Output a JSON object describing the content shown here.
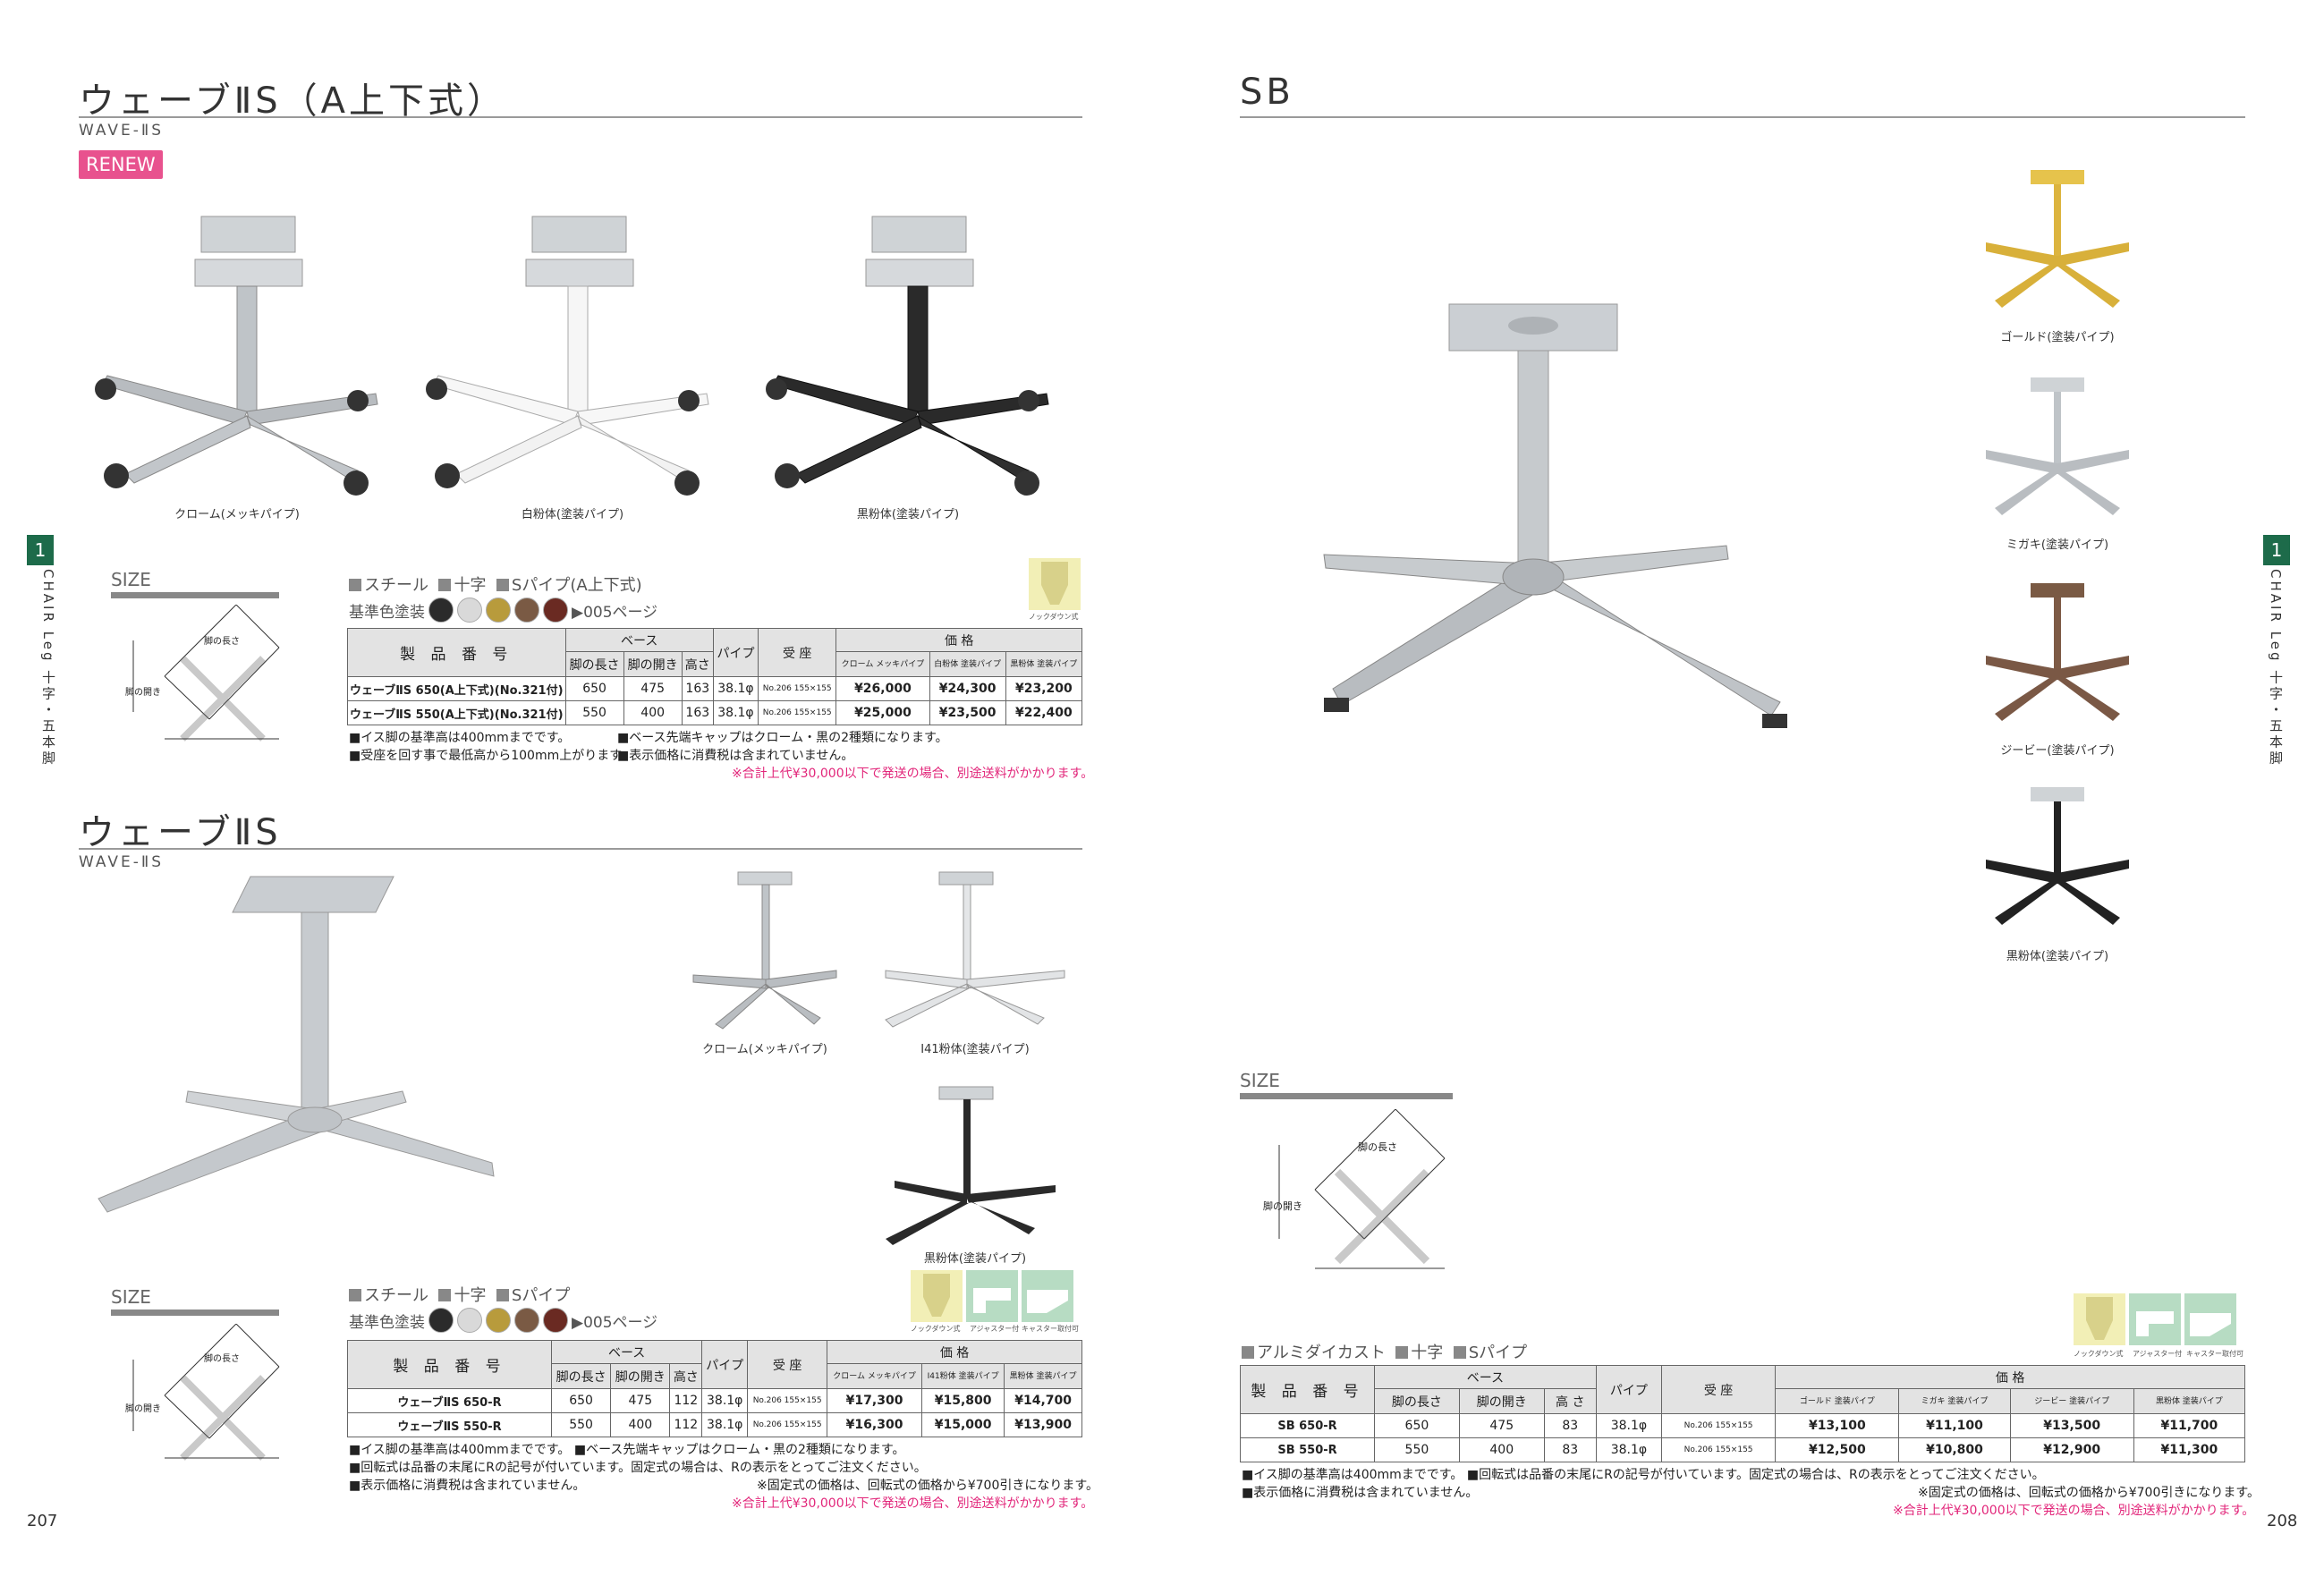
{
  "left": {
    "section1": {
      "title": "ウェーブⅡS（A上下式）",
      "subtitle": "WAVE-ⅡS",
      "renew": "RENEW",
      "captions": [
        "クローム(メッキパイプ)",
        "白粉体(塗装パイプ)",
        "黒粉体(塗装パイプ)"
      ],
      "size_label": "SIZE",
      "diagram": {
        "leg_length": "脚の長さ",
        "leg_open": "脚の開き"
      },
      "spec_line": [
        "スチール",
        "十字",
        "Sパイプ(A上下式)"
      ],
      "color_label": "基準色塗装",
      "page_ref": "▶005ページ",
      "badge_caption": "ノックダウン式",
      "headers": {
        "product": "製 品 番 号",
        "base": "ベース",
        "leg_length": "脚の長さ",
        "leg_open": "脚の開き",
        "height": "高さ",
        "pipe": "パイプ",
        "seat": "受 座",
        "price": "価 格",
        "p1": "クローム メッキパイプ",
        "p2": "白粉体 塗装パイプ",
        "p3": "黒粉体 塗装パイプ"
      },
      "rows": [
        {
          "name": "ウェーブⅡS 650(A上下式)(No.321付)",
          "len": "650",
          "open": "475",
          "height": "163",
          "pipe": "38.1φ",
          "seat": "No.206 155×155",
          "p1": "¥26,000",
          "p2": "¥24,300",
          "p3": "¥23,200"
        },
        {
          "name": "ウェーブⅡS 550(A上下式)(No.321付)",
          "len": "550",
          "open": "400",
          "height": "163",
          "pipe": "38.1φ",
          "seat": "No.206 155×155",
          "p1": "¥25,000",
          "p2": "¥23,500",
          "p3": "¥22,400"
        }
      ],
      "notes": [
        "■イス脚の基準高は400mmまでです。",
        "■ベース先端キャップはクローム・黒の2種類になります。",
        "■受座を回す事で最低高から100mm上がります。",
        "■表示価格に消費税は含まれていません。"
      ],
      "note_pink": "※合計上代¥30,000以下で発送の場合、別途送料がかかります。"
    },
    "section2": {
      "title": "ウェーブⅡS",
      "subtitle": "WAVE-ⅡS",
      "captions": [
        "クローム(メッキパイプ)",
        "Ⅰ41粉体(塗装パイプ)",
        "黒粉体(塗装パイプ)"
      ],
      "size_label": "SIZE",
      "diagram": {
        "leg_length": "脚の長さ",
        "leg_open": "脚の開き"
      },
      "spec_line": [
        "スチール",
        "十字",
        "Sパイプ"
      ],
      "color_label": "基準色塗装",
      "page_ref": "▶005ページ",
      "badge_captions": [
        "ノックダウン式",
        "アジャスター付",
        "キャスター取付可"
      ],
      "headers": {
        "product": "製 品 番 号",
        "base": "ベース",
        "leg_length": "脚の長さ",
        "leg_open": "脚の開き",
        "height": "高さ",
        "pipe": "パイプ",
        "seat": "受 座",
        "price": "価 格",
        "p1": "クローム メッキパイプ",
        "p2": "Ⅰ41粉体 塗装パイプ",
        "p3": "黒粉体 塗装パイプ"
      },
      "rows": [
        {
          "name": "ウェーブⅡS 650-R",
          "len": "650",
          "open": "475",
          "height": "112",
          "pipe": "38.1φ",
          "seat": "No.206 155×155",
          "p1": "¥17,300",
          "p2": "¥15,800",
          "p3": "¥14,700"
        },
        {
          "name": "ウェーブⅡS 550-R",
          "len": "550",
          "open": "400",
          "height": "112",
          "pipe": "38.1φ",
          "seat": "No.206 155×155",
          "p1": "¥16,300",
          "p2": "¥15,000",
          "p3": "¥13,900"
        }
      ],
      "notes": [
        "■イス脚の基準高は400mmまでです。 ■ベース先端キャップはクローム・黒の2種類になります。",
        "■回転式は品番の末尾にRの記号が付いています。固定式の場合は、Rの表示をとってご注文ください。",
        "■表示価格に消費税は含まれていません。"
      ],
      "note_fixed": "※固定式の価格は、回転式の価格から¥700引きになります。",
      "note_pink": "※合計上代¥30,000以下で発送の場合、別途送料がかかります。"
    },
    "page_number": "207"
  },
  "right": {
    "title": "SB",
    "captions": [
      "ゴールド(塗装パイプ)",
      "ミガキ(塗装パイプ)",
      "ジービー(塗装パイプ)",
      "黒粉体(塗装パイプ)"
    ],
    "size_label": "SIZE",
    "diagram": {
      "leg_length": "脚の長さ",
      "leg_open": "脚の開き"
    },
    "spec_line": [
      "アルミダイカスト",
      "十字",
      "Sパイプ"
    ],
    "badge_captions": [
      "ノックダウン式",
      "アジャスター付",
      "キャスター取付可"
    ],
    "headers": {
      "product": "製 品 番 号",
      "base": "ベース",
      "leg_length": "脚の長さ",
      "leg_open": "脚の開き",
      "height": "高 さ",
      "pipe": "パイプ",
      "seat": "受 座",
      "price": "価 格",
      "p1": "ゴールド 塗装パイプ",
      "p2": "ミガキ 塗装パイプ",
      "p3": "ジービー 塗装パイプ",
      "p4": "黒粉体 塗装パイプ"
    },
    "rows": [
      {
        "name": "SB 650-R",
        "len": "650",
        "open": "475",
        "height": "83",
        "pipe": "38.1φ",
        "seat": "No.206 155×155",
        "p1": "¥13,100",
        "p2": "¥11,100",
        "p3": "¥13,500",
        "p4": "¥11,700"
      },
      {
        "name": "SB 550-R",
        "len": "550",
        "open": "400",
        "height": "83",
        "pipe": "38.1φ",
        "seat": "No.206 155×155",
        "p1": "¥12,500",
        "p2": "¥10,800",
        "p3": "¥12,900",
        "p4": "¥11,300"
      }
    ],
    "notes": [
      "■イス脚の基準高は400mmまでです。 ■回転式は品番の末尾にRの記号が付いています。固定式の場合は、Rの表示をとってご注文ください。",
      "■表示価格に消費税は含まれていません。"
    ],
    "note_fixed": "※固定式の価格は、回転式の価格から¥700引きになります。",
    "note_pink": "※合計上代¥30,000以下で発送の場合、別途送料がかかります。",
    "page_number": "208"
  },
  "side": {
    "tab": "1",
    "text": "CHAIR Leg 十字・五本脚"
  },
  "colors": {
    "accent_green": "#1d6b4a",
    "renew_pink": "#e8528e",
    "note_pink": "#e2267a",
    "swatches": [
      "#2b2b2b",
      "#d9d9d9",
      "#b89b3c",
      "#7a5a44",
      "#6a2a22"
    ]
  }
}
